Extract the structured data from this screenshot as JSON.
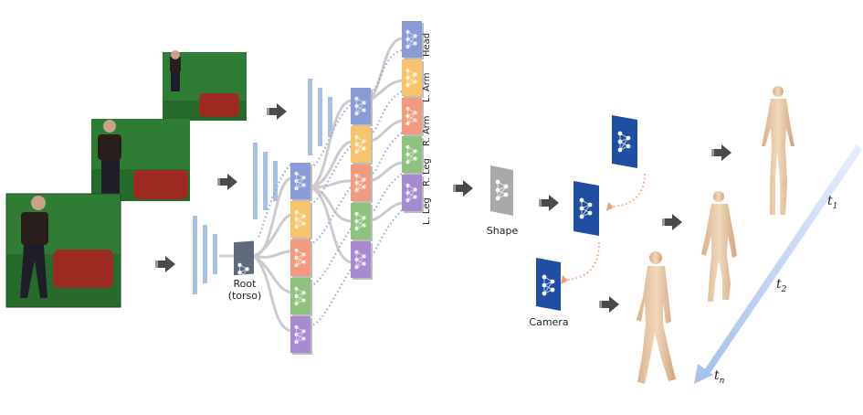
{
  "labels": {
    "root": "Root",
    "root_sub": "(torso)",
    "shape": "Shape",
    "camera": "Camera"
  },
  "body_parts": [
    "Head",
    "L. Arm",
    "R. Arm",
    "R. Leg",
    "L. Leg"
  ],
  "time_labels": [
    {
      "base": "t",
      "sub": "1"
    },
    {
      "base": "t",
      "sub": "2"
    },
    {
      "base": "t",
      "sub": "n"
    }
  ],
  "colors": {
    "root": "#5f6b7d",
    "head": "#8a9bd6",
    "l_arm": "#f7c46b",
    "r_arm": "#f29a80",
    "r_leg": "#8fc27f",
    "l_leg": "#a68bd0",
    "shape": "#a9a9a9",
    "net_blue": "#1f4ea3",
    "encoder_bar": "#a9c0e6",
    "flow_arrow": "#4a4a4a",
    "dotted_blue": "#8aa8dd",
    "dotted_orange": "#f0a070",
    "skin": "#e8c9a6",
    "green_screen": "#2f7d35",
    "sofa": "#9e2b22"
  }
}
